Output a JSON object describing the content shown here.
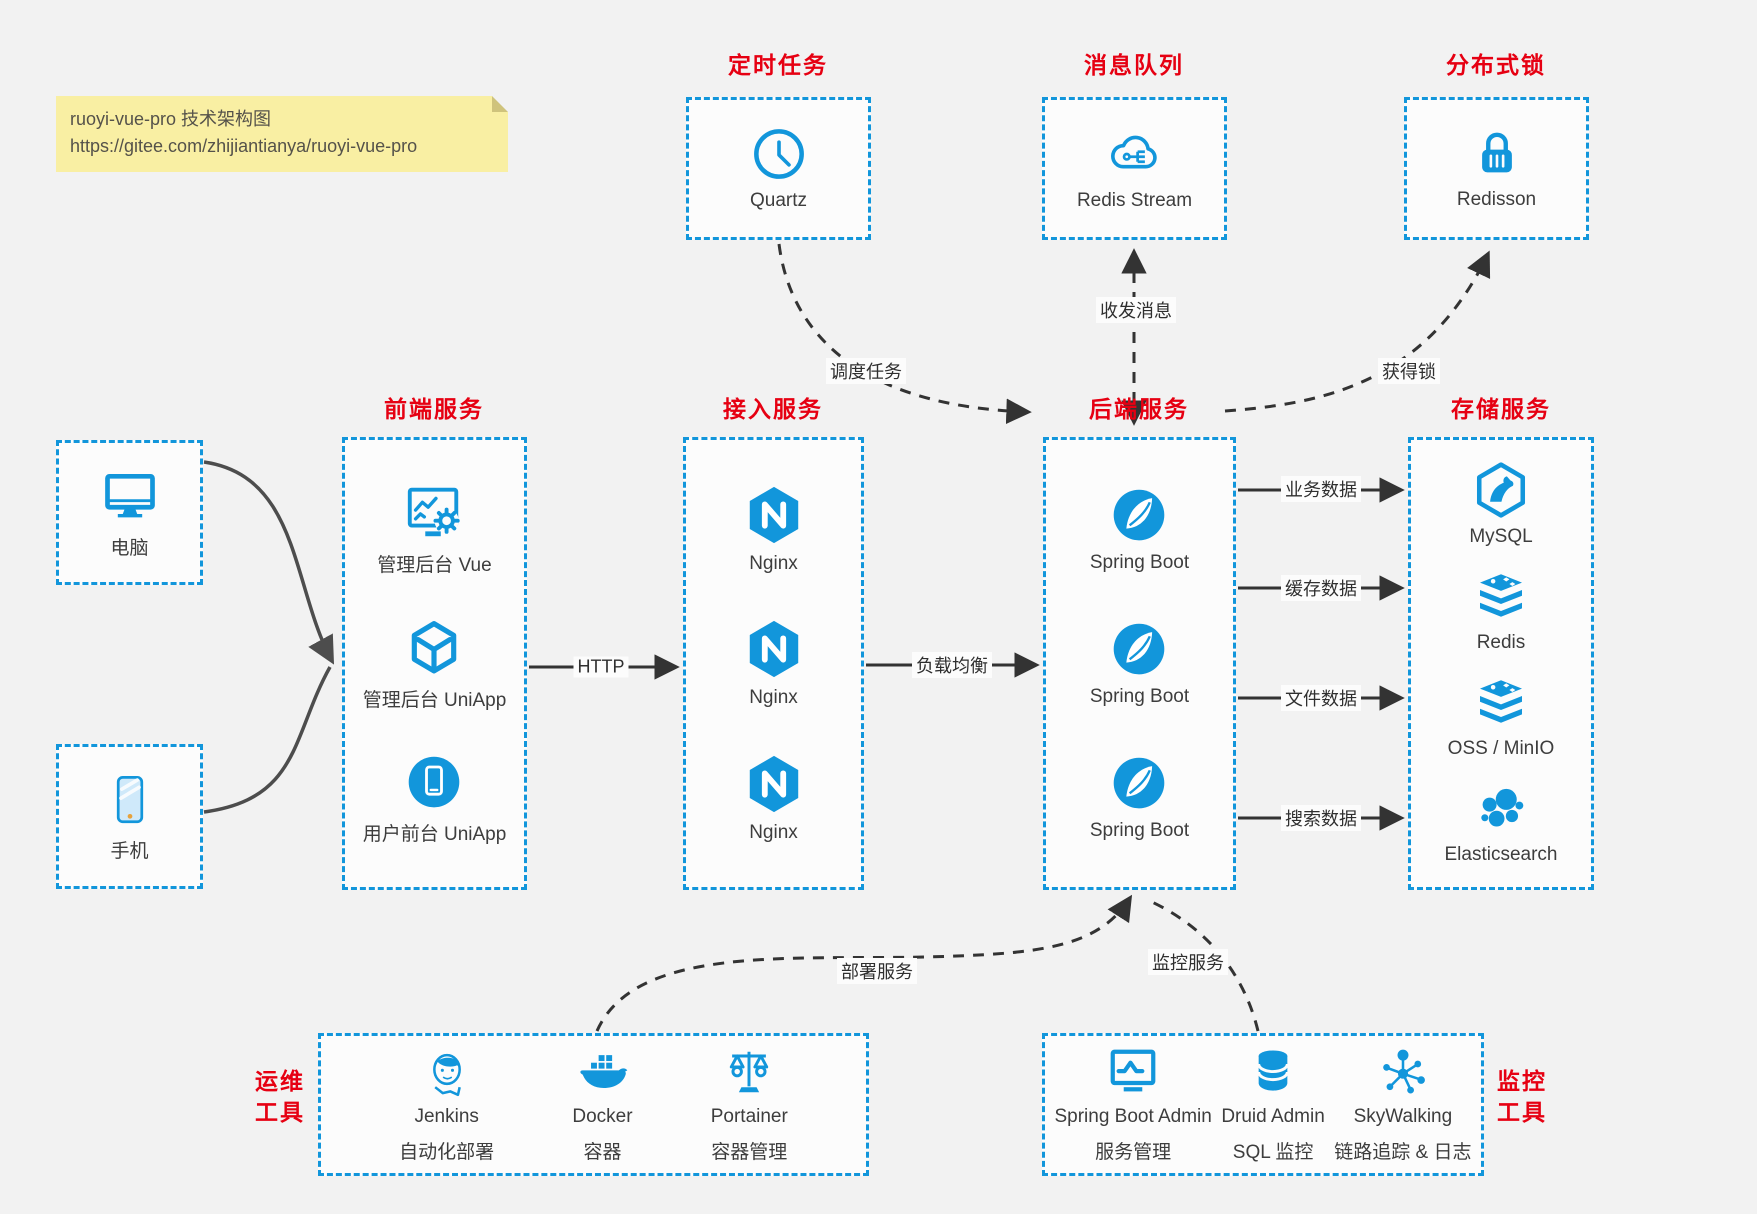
{
  "note": {
    "title": "ruoyi-vue-pro 技术架构图",
    "url": "https://gitee.com/zhijiantianya/ruoyi-vue-pro"
  },
  "colors": {
    "accent_blue": "#1296db",
    "title_red": "#e60012",
    "arrow_dark": "#333333",
    "arrow_gray": "#4d4d4d",
    "note_yellow": "#f9efa3",
    "background": "#f2f2f2"
  },
  "groups": {
    "scheduled": {
      "title": "定时任务",
      "item": {
        "label": "Quartz",
        "icon": "clock-icon"
      }
    },
    "mq": {
      "title": "消息队列",
      "item": {
        "label": "Redis Stream",
        "icon": "cloud-stream-icon"
      }
    },
    "lock": {
      "title": "分布式锁",
      "item": {
        "label": "Redisson",
        "icon": "lock-icon"
      }
    },
    "clients": {
      "pc": {
        "label": "电脑",
        "icon": "desktop-icon"
      },
      "phone": {
        "label": "手机",
        "icon": "phone-icon"
      }
    },
    "frontend": {
      "title": "前端服务",
      "items": [
        {
          "label": "管理后台 Vue",
          "icon": "admin-vue-icon"
        },
        {
          "label": "管理后台 UniApp",
          "icon": "uniapp-cube-icon"
        },
        {
          "label": "用户前台 UniApp",
          "icon": "user-app-icon"
        }
      ]
    },
    "gateway": {
      "title": "接入服务",
      "items": [
        {
          "label": "Nginx",
          "icon": "nginx-icon"
        },
        {
          "label": "Nginx",
          "icon": "nginx-icon"
        },
        {
          "label": "Nginx",
          "icon": "nginx-icon"
        }
      ]
    },
    "backend": {
      "title": "后端服务",
      "items": [
        {
          "label": "Spring Boot",
          "icon": "spring-icon"
        },
        {
          "label": "Spring Boot",
          "icon": "spring-icon"
        },
        {
          "label": "Spring Boot",
          "icon": "spring-icon"
        }
      ]
    },
    "storage": {
      "title": "存储服务",
      "items": [
        {
          "label": "MySQL",
          "icon": "mysql-icon"
        },
        {
          "label": "Redis",
          "icon": "redis-stack-icon"
        },
        {
          "label": "OSS / MinIO",
          "icon": "storage-stack-icon"
        },
        {
          "label": "Elasticsearch",
          "icon": "elasticsearch-icon"
        }
      ]
    },
    "ops": {
      "title_line1": "运维",
      "title_line2": "工具",
      "items": [
        {
          "name": "Jenkins",
          "desc": "自动化部署",
          "icon": "jenkins-icon"
        },
        {
          "name": "Docker",
          "desc": "容器",
          "icon": "docker-icon"
        },
        {
          "name": "Portainer",
          "desc": "容器管理",
          "icon": "portainer-icon"
        }
      ]
    },
    "monitoring": {
      "title_line1": "监控",
      "title_line2": "工具",
      "items": [
        {
          "name": "Spring Boot Admin",
          "desc": "服务管理",
          "icon": "spring-boot-admin-icon"
        },
        {
          "name": "Druid Admin",
          "desc": "SQL 监控",
          "icon": "druid-db-icon"
        },
        {
          "name": "SkyWalking",
          "desc": "链路追踪 & 日志",
          "icon": "skywalking-icon"
        }
      ]
    }
  },
  "edges": {
    "http": "HTTP",
    "load_balance": "负载均衡",
    "business_data": "业务数据",
    "cache_data": "缓存数据",
    "file_data": "文件数据",
    "search_data": "搜索数据",
    "schedule_job": "调度任务",
    "send_receive_msg": "收发消息",
    "acquire_lock": "获得锁",
    "deploy": "部署服务",
    "monitor": "监控服务"
  }
}
